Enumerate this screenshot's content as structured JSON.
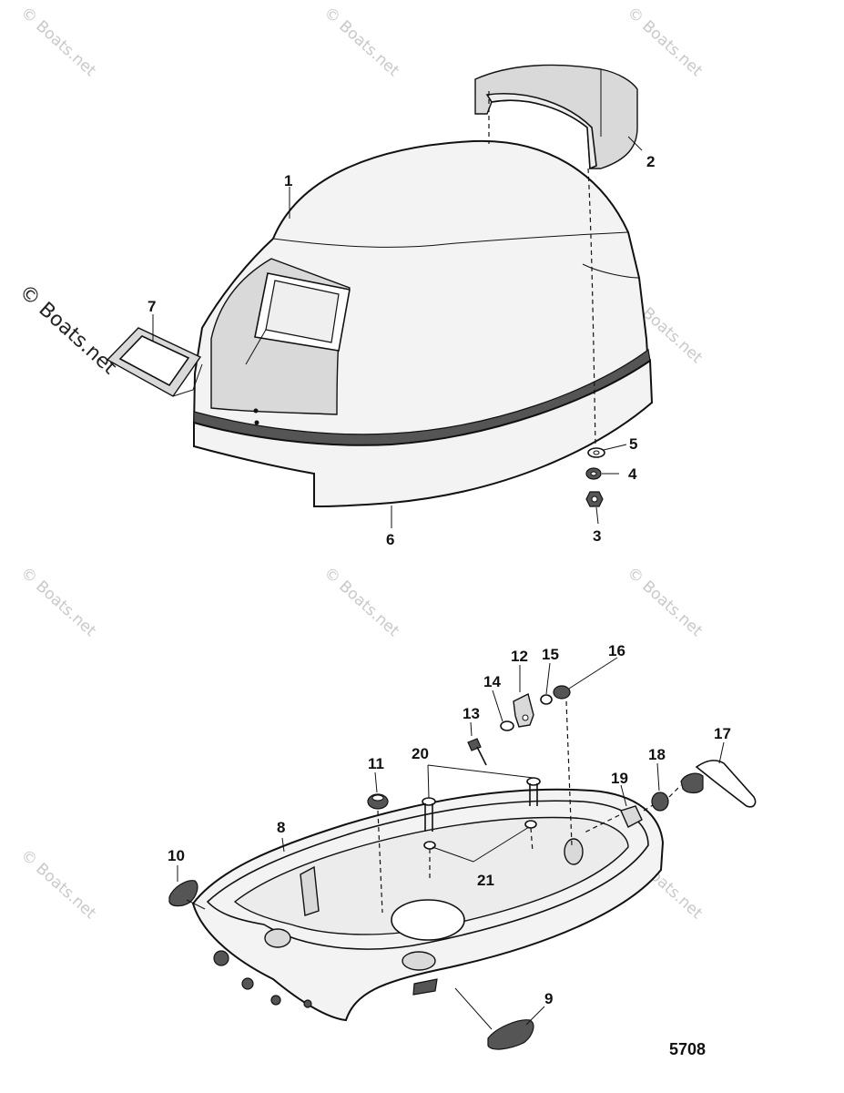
{
  "watermark": "© Boats.net",
  "figure_number": "5708",
  "callouts": [
    "1",
    "2",
    "3",
    "4",
    "5",
    "6",
    "7",
    "8",
    "9",
    "10",
    "11",
    "12",
    "13",
    "14",
    "15",
    "16",
    "17",
    "18",
    "19",
    "20",
    "21"
  ]
}
